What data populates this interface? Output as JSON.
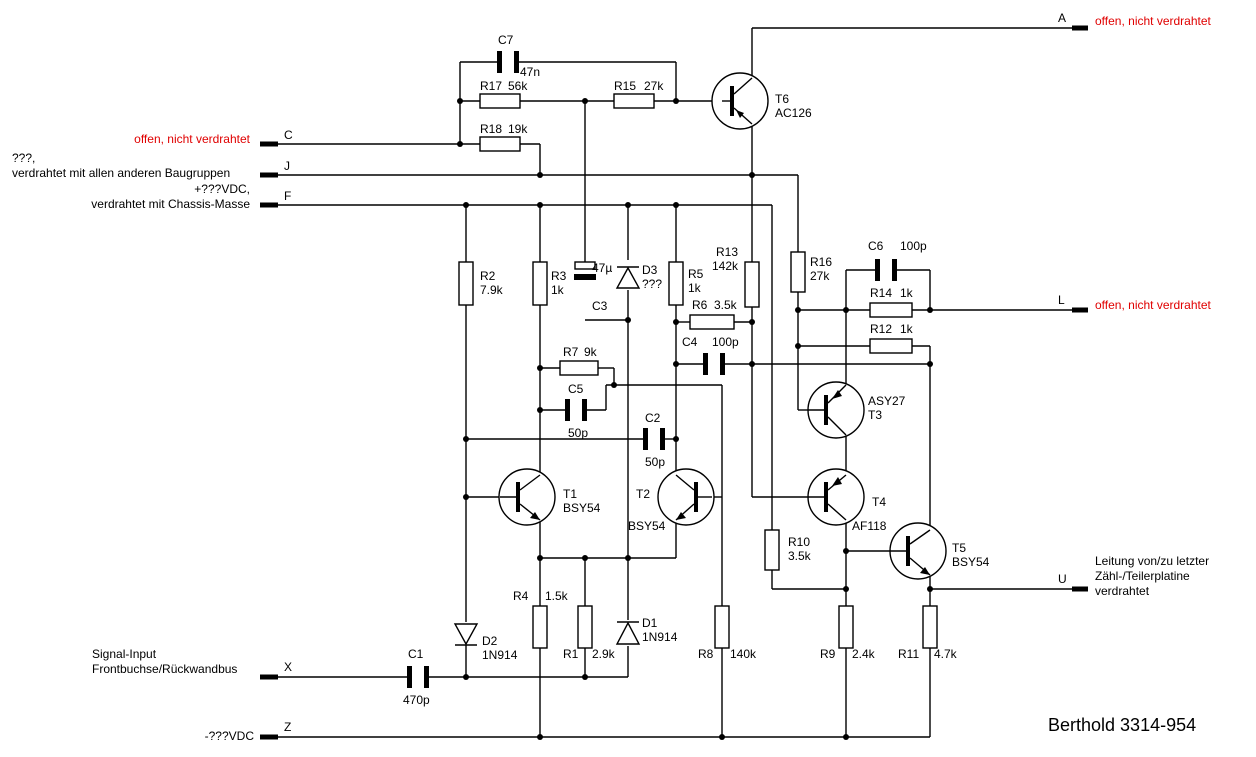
{
  "title": "Berthold 3314-954",
  "colors": {
    "note": "#e00000",
    "line": "#000000"
  },
  "terminals": {
    "A": "A",
    "C": "C",
    "J": "J",
    "F": "F",
    "L": "L",
    "U": "U",
    "X": "X",
    "Z": "Z"
  },
  "notes": {
    "A": "offen, nicht verdrahtet",
    "C": "offen, nicht verdrahtet",
    "L": "offen, nicht verdrahtet",
    "J1": "???,",
    "J2": "verdrahtet mit allen anderen Baugruppen",
    "F1": "+???VDC,",
    "F2": "verdrahtet mit Chassis-Masse",
    "X1": "Signal-Input",
    "X2": "Frontbuchse/Rückwandbus",
    "Z": "-???VDC",
    "U1": "Leitung von/zu letzter",
    "U2": "Zähl-/Teilerplatine",
    "U3": "verdrahtet"
  },
  "components": {
    "R1": {
      "name": "R1",
      "value": "2.9k"
    },
    "R2": {
      "name": "R2",
      "value": "7.9k"
    },
    "R3": {
      "name": "R3",
      "value": "1k"
    },
    "R4": {
      "name": "R4",
      "value": "1.5k"
    },
    "R5": {
      "name": "R5",
      "value": "1k"
    },
    "R6": {
      "name": "R6",
      "value": "3.5k"
    },
    "R7": {
      "name": "R7",
      "value": "9k"
    },
    "R8": {
      "name": "R8",
      "value": "140k"
    },
    "R9": {
      "name": "R9",
      "value": "2.4k"
    },
    "R10": {
      "name": "R10",
      "value": "3.5k"
    },
    "R11": {
      "name": "R11",
      "value": "4.7k"
    },
    "R12": {
      "name": "R12",
      "value": "1k"
    },
    "R13": {
      "name": "R13",
      "value": "142k"
    },
    "R14": {
      "name": "R14",
      "value": "1k"
    },
    "R15": {
      "name": "R15",
      "value": "27k"
    },
    "R16": {
      "name": "R16",
      "value": "27k"
    },
    "R17": {
      "name": "R17",
      "value": "56k"
    },
    "R18": {
      "name": "R18",
      "value": "19k"
    },
    "C1": {
      "name": "C1",
      "value": "470p"
    },
    "C2": {
      "name": "C2",
      "value": "50p"
    },
    "C3": {
      "name": "C3",
      "value": "47µ"
    },
    "C4": {
      "name": "C4",
      "value": "100p"
    },
    "C5": {
      "name": "C5",
      "value": "50p"
    },
    "C6": {
      "name": "C6",
      "value": "100p"
    },
    "C7": {
      "name": "C7",
      "value": "47n"
    },
    "D1": {
      "name": "D1",
      "value": "1N914"
    },
    "D2": {
      "name": "D2",
      "value": "1N914"
    },
    "D3": {
      "name": "D3",
      "value": "???"
    },
    "T1": {
      "name": "T1",
      "value": "BSY54"
    },
    "T2": {
      "name": "T2",
      "value": "BSY54"
    },
    "T3": {
      "name": "T3",
      "value": "ASY27"
    },
    "T4": {
      "name": "T4",
      "value": "AF118"
    },
    "T5": {
      "name": "T5",
      "value": "BSY54"
    },
    "T6": {
      "name": "T6",
      "value": "AC126"
    }
  }
}
